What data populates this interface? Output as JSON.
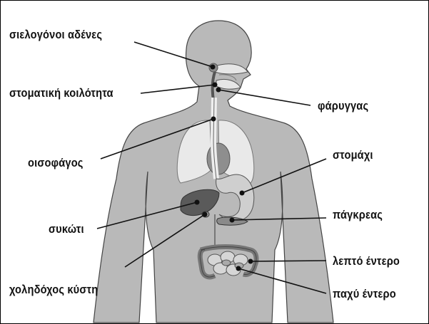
{
  "labels": {
    "salivary_glands": "σιελογόνοι αδένες",
    "oral_cavity": "στοματική κοιλότητα",
    "pharynx": "φάρυγγας",
    "esophagus": "οισοφάγος",
    "stomach": "στομάχι",
    "liver": "συκώτι",
    "pancreas": "πάγκρεας",
    "small_intestine": "λεπτό έντερο",
    "gallbladder": "χοληδόχος κύστη",
    "large_intestine": "παχύ έντερο"
  }
}
